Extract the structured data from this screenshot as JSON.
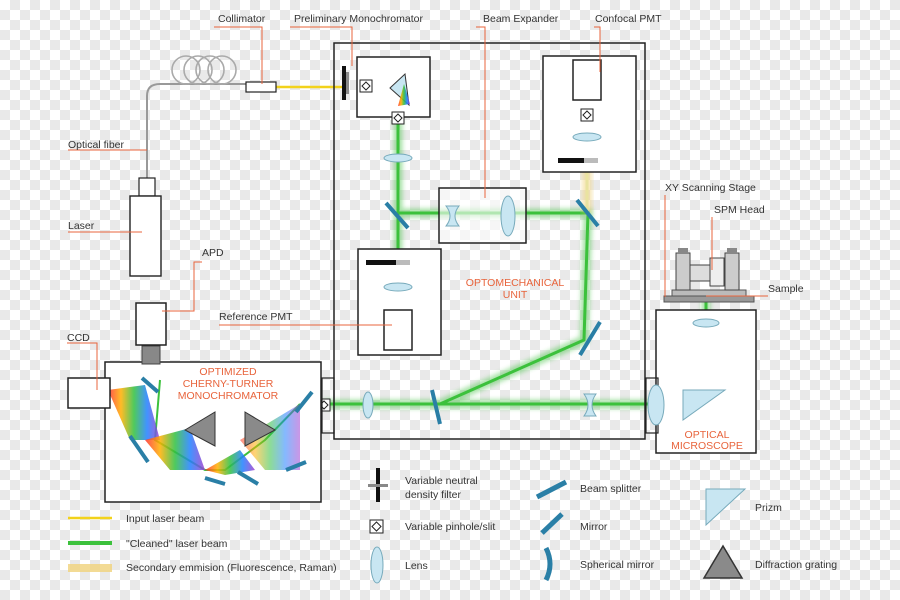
{
  "labels": {
    "collimator": "Collimator",
    "preliminary_monochromator": "Preliminary  Monochromator",
    "beam_expander": "Beam Expander",
    "confocal_pmt": "Confocal PMT",
    "optical_fiber": "Optical fiber",
    "laser": "Laser",
    "apd": "APD",
    "reference_pmt": "Reference PMT",
    "ccd": "CCD",
    "xy_scanning_stage": "XY Scanning Stage",
    "spm_head": "SPM Head",
    "sample": "Sample"
  },
  "units": {
    "optomechanical": [
      "OPTOMECHANICAL",
      "UNIT"
    ],
    "monochromator": [
      "OPTIMIZED",
      "CHERNY-TURNER",
      "MONOCHROMATOR"
    ],
    "microscope": [
      "OPTICAL",
      "MICROSCOPE"
    ]
  },
  "legend": {
    "input_beam": "Input laser beam",
    "cleaned_beam": "\"Cleaned\" laser beam",
    "secondary_emission": "Secondary emmision (Fluorescence, Raman)",
    "nd_filter": [
      "Variable neutral",
      "density filter"
    ],
    "pinhole": "Variable pinhole/slit",
    "lens": "Lens",
    "beam_splitter": "Beam splitter",
    "mirror": "Mirror",
    "spherical_mirror": "Spherical mirror",
    "prizm": "Prizm",
    "diffraction_grating": "Diffraction grating"
  },
  "colors": {
    "input_beam": "#f2d21b",
    "cleaned_beam": "#3cc13c",
    "secondary_emission": "#f0d27a",
    "optic_blue": "#2a7fa6",
    "glass": "#c8e6f2",
    "callout": "#e8643c",
    "unit_text": "#e8643c"
  }
}
